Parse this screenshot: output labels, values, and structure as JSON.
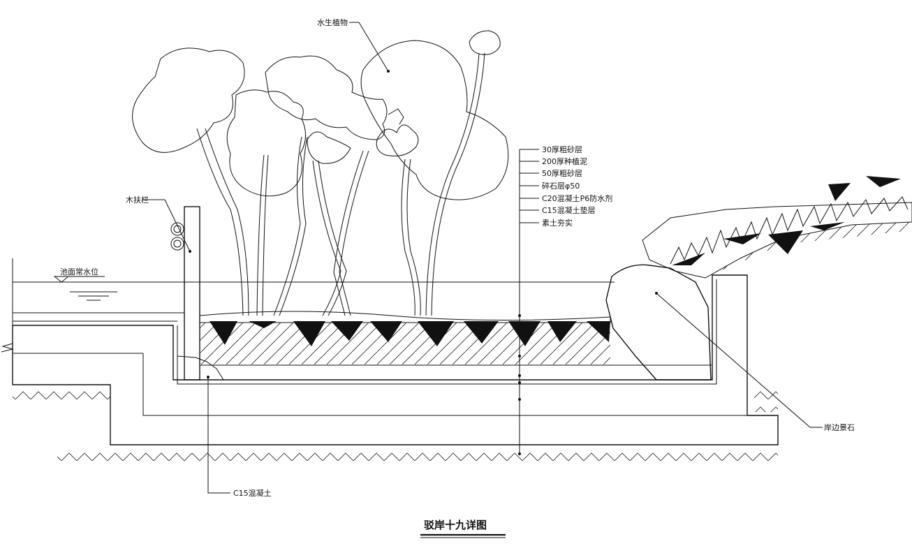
{
  "title": "驳岸十九详图",
  "labels": {
    "plants": "水生植物",
    "railing": "木扶栏",
    "water_level": "池面常水位",
    "layer1": "30厚粗砂层",
    "layer2": "200厚种植泥",
    "layer3": "50厚粗砂层",
    "layer4": "碎石层φ50",
    "layer5": "C20混凝土P6防水剂",
    "layer6": "C15混凝土垫层",
    "layer7": "素土夯实",
    "stone": "岸边景石",
    "concrete": "C15混凝土"
  },
  "colors": {
    "ink": "#111111",
    "background": "#ffffff"
  }
}
